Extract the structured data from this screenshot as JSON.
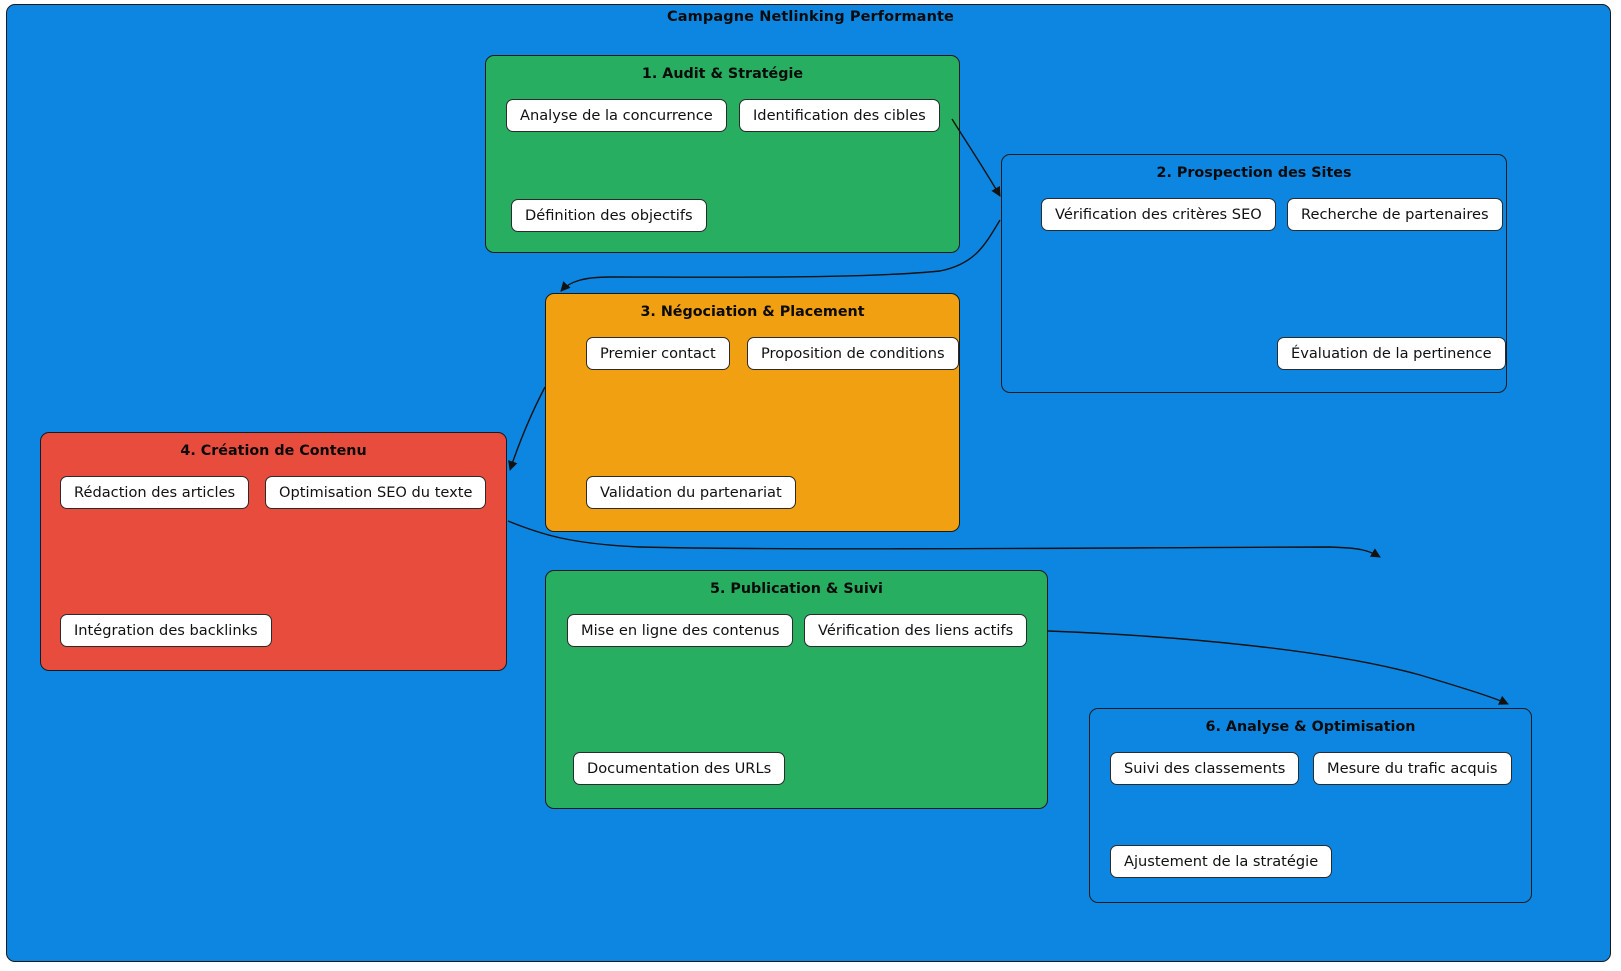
{
  "diagram": {
    "title": "Campagne Netlinking Performante",
    "background_color": "#0d86e1",
    "border_color": "#1a1a1a"
  },
  "clusters": [
    {
      "id": "audit",
      "title": "1. Audit & Stratégie",
      "fill": "#27ae60",
      "nodes": [
        {
          "label": "Analyse de la concurrence"
        },
        {
          "label": "Identification des cibles"
        },
        {
          "label": "Définition des objectifs"
        }
      ]
    },
    {
      "id": "prospection",
      "title": "2. Prospection des Sites",
      "fill": "transparent",
      "nodes": [
        {
          "label": "Vérification des critères SEO"
        },
        {
          "label": "Recherche de partenaires"
        },
        {
          "label": "Évaluation de la pertinence"
        }
      ]
    },
    {
      "id": "negociation",
      "title": "3. Négociation & Placement",
      "fill": "#f0a010",
      "nodes": [
        {
          "label": "Premier contact"
        },
        {
          "label": "Proposition de conditions"
        },
        {
          "label": "Validation du partenariat"
        }
      ]
    },
    {
      "id": "contenu",
      "title": "4. Création de Contenu",
      "fill": "#e74c3c",
      "nodes": [
        {
          "label": "Rédaction des articles"
        },
        {
          "label": "Optimisation SEO du texte"
        },
        {
          "label": "Intégration des backlinks"
        }
      ]
    },
    {
      "id": "publication",
      "title": "5. Publication & Suivi",
      "fill": "#27ae60",
      "nodes": [
        {
          "label": "Mise en ligne des contenus"
        },
        {
          "label": "Vérification des liens actifs"
        },
        {
          "label": "Documentation des URLs"
        }
      ]
    },
    {
      "id": "analyse",
      "title": "6. Analyse & Optimisation",
      "fill": "transparent",
      "nodes": [
        {
          "label": "Suivi des classements"
        },
        {
          "label": "Mesure du trafic acquis"
        },
        {
          "label": "Ajustement de la stratégie"
        }
      ]
    }
  ],
  "edges": [
    {
      "from": "audit",
      "to": "prospection"
    },
    {
      "from": "prospection",
      "to": "negociation"
    },
    {
      "from": "negociation",
      "to": "contenu"
    },
    {
      "from": "contenu",
      "to": "publication"
    },
    {
      "from": "publication",
      "to": "analyse"
    }
  ]
}
